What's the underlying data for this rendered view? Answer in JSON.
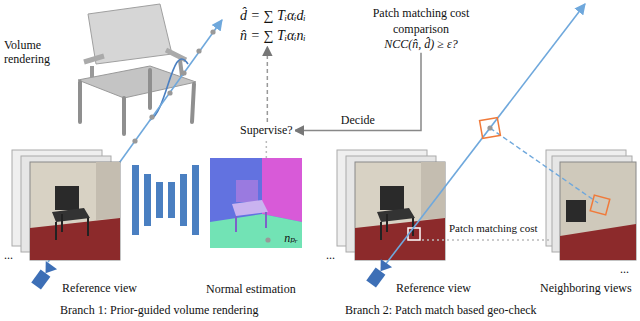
{
  "diagram": {
    "nodes": [
      {
        "text": [
          "d̂ = ∑ Tᵢαᵢdᵢ",
          "n̂ = ∑ Tᵢαᵢnᵢ"
        ]
      },
      {
        "text": [
          "Patch matching cost comparison",
          "NCC(n̂, d̂) ≥ ε?"
        ]
      },
      {
        "text": [
          "Supervise?"
        ]
      },
      {
        "text": [
          "nₚᵣ",
          "Normal estimation"
        ]
      }
    ],
    "edges": [
      {
        "from": 1,
        "to": 2,
        "label": "Decide",
        "arrow": "to"
      },
      {
        "from": 2,
        "to": 0,
        "arrow": "to"
      },
      {
        "from": 3,
        "to": 2,
        "arrow": "none"
      }
    ],
    "labels": [
      "Volume rendering",
      "Reference view",
      "Reference view",
      "Patch matching cost",
      "Neighboring views",
      "Branch 1: Prior-guided volume rendering",
      "Branch 2: Patch match based geo-check",
      "...",
      "...",
      "..."
    ]
  }
}
